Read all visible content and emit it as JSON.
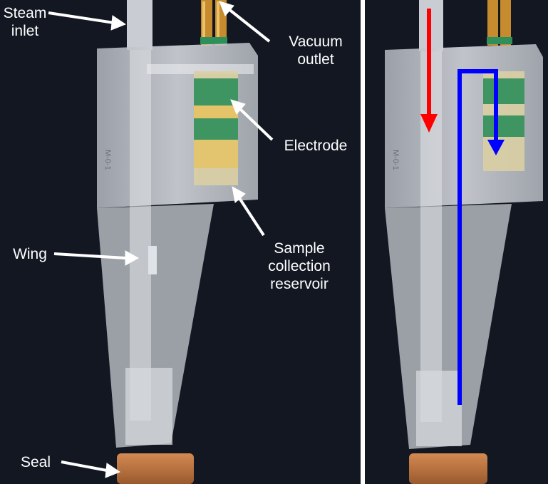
{
  "figure": {
    "labels": {
      "steam_inlet_line1": "Steam",
      "steam_inlet_line2": "inlet",
      "vacuum_outlet_line1": "Vacuum",
      "vacuum_outlet_line2": "outlet",
      "electrode": "Electrode",
      "sample_reservoir_line1": "Sample",
      "sample_reservoir_line2": "collection",
      "sample_reservoir_line3": "reservoir",
      "wing": "Wing",
      "seal": "Seal"
    },
    "device_marking": "M-0-1",
    "colors": {
      "background": "#121722",
      "label_text": "#ffffff",
      "arrow_annotation": "#ffffff",
      "steam_flow_arrow": "#ff0000",
      "vacuum_flow_arrow": "#0000ff",
      "seal": "#b9713f",
      "electrode_green": "#2f8f5a",
      "electrode_gold": "#e8c25a"
    }
  }
}
